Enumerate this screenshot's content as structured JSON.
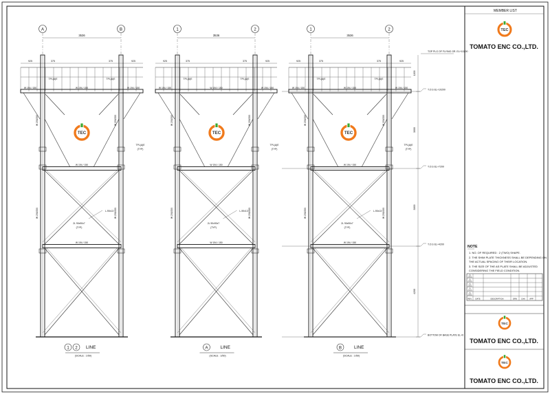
{
  "sheet": {
    "member_list_label": "MEMBER LIST",
    "company_name": "TOMATO ENC CO.,LTD.",
    "logo_text": "TEC",
    "brand_colors": {
      "orange": "#f07a1c",
      "green": "#3aa832",
      "red": "#e23b2a"
    }
  },
  "frames": [
    {
      "grid_left": "A",
      "grid_right": "B",
      "span": "3536",
      "title_marks": [
        "1",
        "2"
      ],
      "title_word": "LINE",
      "scale": "(SCALE : 1/50)",
      "beam_label": "W 194 / 150",
      "col_label": "W 200/200"
    },
    {
      "grid_left": "1",
      "grid_right": "2",
      "span": "3536",
      "title_marks": [
        "A"
      ],
      "title_word": "LINE",
      "scale": "(SCALE : 1/50)",
      "beam_label": "W 194 / 150",
      "col_label": "W 200/200"
    },
    {
      "grid_left": "1",
      "grid_right": "2",
      "span": "3536",
      "title_marks": [
        "B"
      ],
      "title_word": "LINE",
      "scale": "(SCALE : 1/50)",
      "beam_label": "W 194 / 150",
      "col_label": "W 200/200"
    }
  ],
  "dims": {
    "top_left": "925",
    "top_mid": "375",
    "top_right": "375",
    "top_far": "925",
    "tpl_label": "TPL(A)E",
    "brace_label": "2L 90x90x7",
    "angle_label": "L-90x13",
    "typ": "(TYP)"
  },
  "elevations": {
    "top": "TOP PLG OF FLYING GR. EL+10200",
    "el1": "T.O.S EL+10200",
    "el2": "T.O.S EL+7200",
    "el3": "T.O.S EL+4200",
    "base": "BOTTOM OF BASE PLATE EL+0"
  },
  "vert_dims": [
    "1200",
    "3000",
    "3000",
    "4200"
  ],
  "notes": {
    "title": "NOTE",
    "items": [
      "1. NO. OF REQUIRED : 2 (TWO) SHAPE.",
      "2. THE SHIM PLATE THICKNESS SHALL BE DEPENDING ON",
      "   THE ACTUAL SPACING OF THEIR LOCATION.",
      "3. THE SIZE OF THE AS PLATE SHALL BE ADJUSTED",
      "   CONSIDERING THE FIELD CONDITION."
    ]
  },
  "revision": {
    "marks": [
      "4",
      "3",
      "2",
      "1",
      "0"
    ],
    "headers": [
      "REV.",
      "DATE",
      "DESCRIPTION",
      "DRN",
      "CHK",
      "APP"
    ]
  }
}
